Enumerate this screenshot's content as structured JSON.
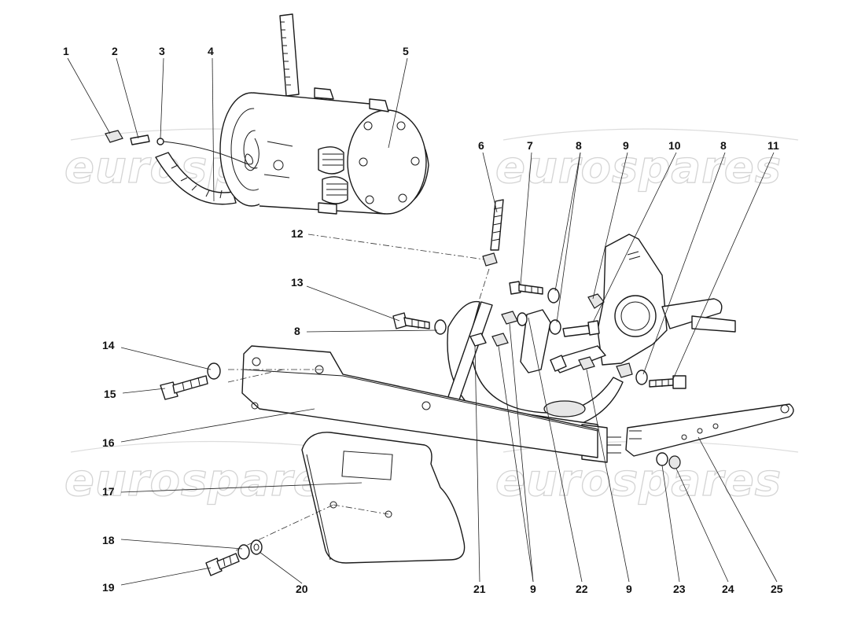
{
  "watermark": {
    "text": "eurospares"
  },
  "callouts": [
    {
      "id": "c1",
      "label": "1"
    },
    {
      "id": "c2",
      "label": "2"
    },
    {
      "id": "c3",
      "label": "3"
    },
    {
      "id": "c4",
      "label": "4"
    },
    {
      "id": "c5",
      "label": "5"
    },
    {
      "id": "c6",
      "label": "6"
    },
    {
      "id": "c7",
      "label": "7"
    },
    {
      "id": "c8a",
      "label": "8"
    },
    {
      "id": "c9a",
      "label": "9"
    },
    {
      "id": "c10",
      "label": "10"
    },
    {
      "id": "c8b",
      "label": "8"
    },
    {
      "id": "c11",
      "label": "11"
    },
    {
      "id": "c12",
      "label": "12"
    },
    {
      "id": "c13",
      "label": "13"
    },
    {
      "id": "c8c",
      "label": "8"
    },
    {
      "id": "c14",
      "label": "14"
    },
    {
      "id": "c15",
      "label": "15"
    },
    {
      "id": "c16",
      "label": "16"
    },
    {
      "id": "c17",
      "label": "17"
    },
    {
      "id": "c18",
      "label": "18"
    },
    {
      "id": "c19",
      "label": "19"
    },
    {
      "id": "c20",
      "label": "20"
    },
    {
      "id": "c21",
      "label": "21"
    },
    {
      "id": "c9b",
      "label": "9"
    },
    {
      "id": "c22",
      "label": "22"
    },
    {
      "id": "c9c",
      "label": "9"
    },
    {
      "id": "c23",
      "label": "23"
    },
    {
      "id": "c24",
      "label": "24"
    },
    {
      "id": "c25",
      "label": "25"
    }
  ]
}
